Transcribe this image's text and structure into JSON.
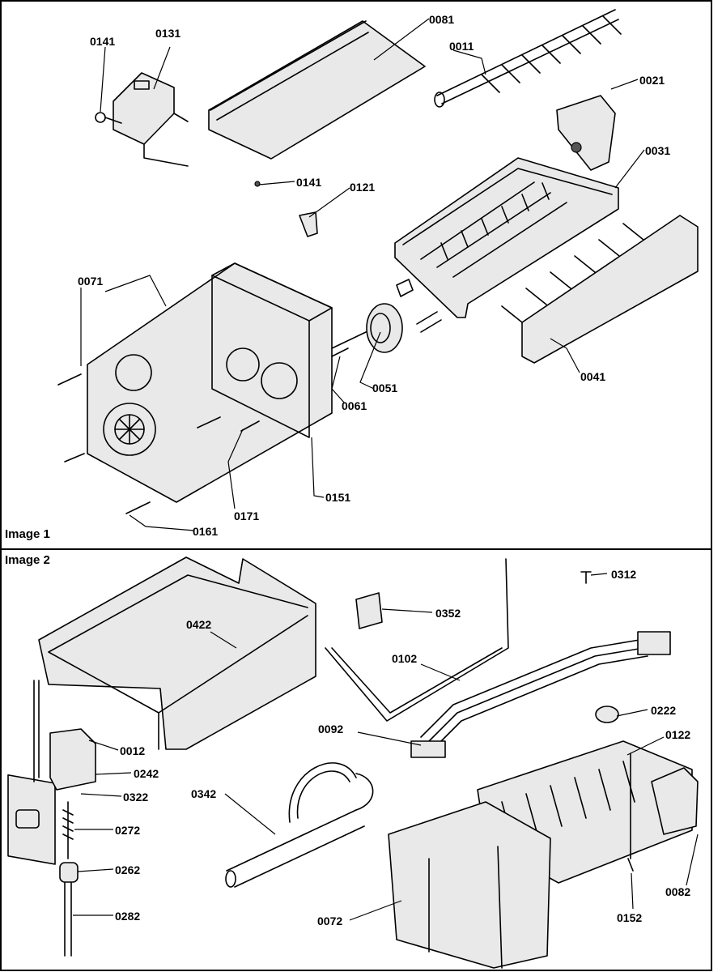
{
  "panels": [
    {
      "id": "image-1",
      "title": "Image 1"
    },
    {
      "id": "image-2",
      "title": "Image 2"
    }
  ],
  "image1_callouts": {
    "c0141a": "0141",
    "c0131": "0131",
    "c0081": "0081",
    "c0011": "0011",
    "c0021": "0021",
    "c0031": "0031",
    "c0141b": "0141",
    "c0121": "0121",
    "c0071": "0071",
    "c0051": "0051",
    "c0061": "0061",
    "c0041": "0041",
    "c0151": "0151",
    "c0171": "0171",
    "c0161": "0161"
  },
  "image2_callouts": {
    "c0312": "0312",
    "c0352": "0352",
    "c0422": "0422",
    "c0102": "0102",
    "c0222": "0222",
    "c0092": "0092",
    "c0122": "0122",
    "c0012": "0012",
    "c0242": "0242",
    "c0322": "0322",
    "c0342": "0342",
    "c0272": "0272",
    "c0262": "0262",
    "c0282": "0282",
    "c0072": "0072",
    "c0152": "0152",
    "c0082": "0082"
  }
}
